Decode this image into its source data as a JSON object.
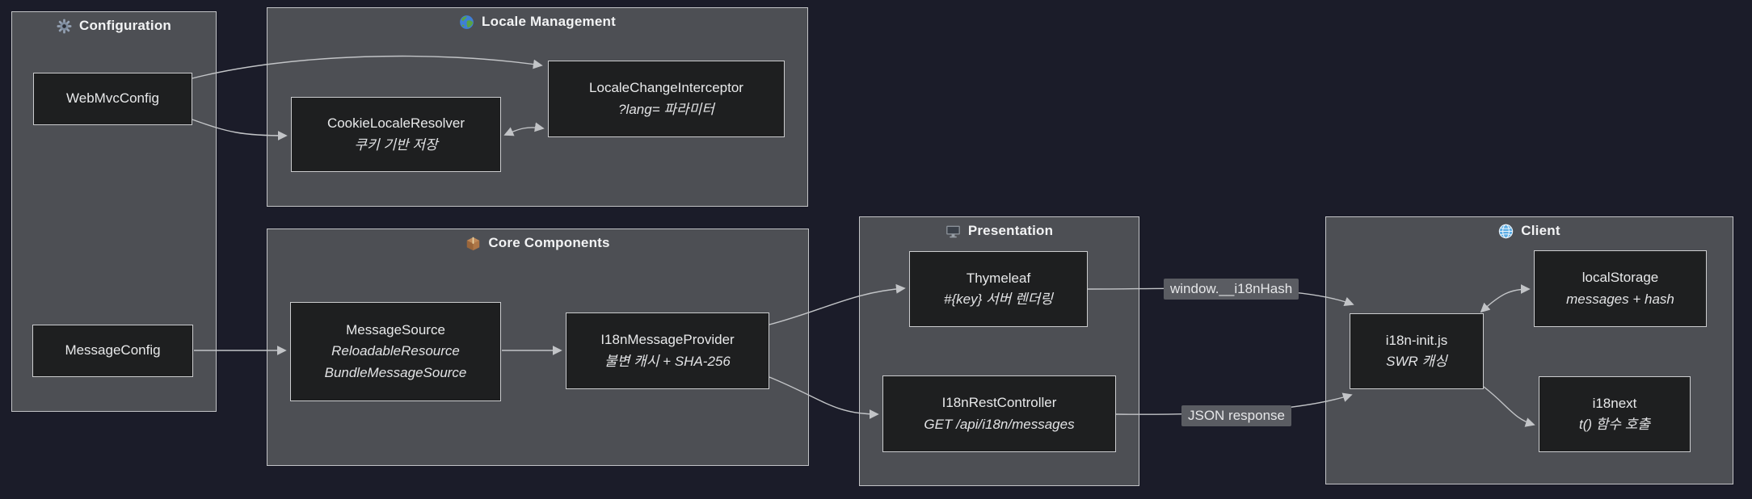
{
  "diagram": {
    "type": "flowchart",
    "direction": "LR"
  },
  "colors": {
    "background": "#1b1c29",
    "group_fill": "#4d4f54",
    "group_border": "#c2c3c6",
    "node_fill": "#1e1f20",
    "node_border": "#cbccce",
    "text": "#e8e9ea",
    "edge_line": "#c2c4c7",
    "edge_label_fill": "#5a5c62"
  },
  "groups": [
    {
      "title": "Configuration",
      "icon": "gear-icon"
    },
    {
      "title": "Locale Management",
      "icon": "globe-icon"
    },
    {
      "title": "Core Components",
      "icon": "package-icon"
    },
    {
      "title": "Presentation",
      "icon": "monitor-icon"
    },
    {
      "title": "Client",
      "icon": "globe-meridians-icon"
    }
  ],
  "nodes": [
    {
      "group": "Configuration",
      "label": "WebMvcConfig"
    },
    {
      "group": "Configuration",
      "label": "MessageConfig"
    },
    {
      "group": "Locale Management",
      "label": "CookieLocaleResolver",
      "note": "쿠키 기반 저장"
    },
    {
      "group": "Locale Management",
      "label": "LocaleChangeInterceptor",
      "note": "?lang= 파라미터"
    },
    {
      "group": "Core Components",
      "label": "MessageSource",
      "note": "ReloadableResource",
      "note2": "BundleMessageSource"
    },
    {
      "group": "Core Components",
      "label": "I18nMessageProvider",
      "note": "불변 캐시 + SHA-256"
    },
    {
      "group": "Presentation",
      "label": "Thymeleaf",
      "note": "#{key} 서버 렌더링"
    },
    {
      "group": "Presentation",
      "label": "I18nRestController",
      "note": "GET /api/i18n/messages"
    },
    {
      "group": "Client",
      "label": "i18n-init.js",
      "note": "SWR 캐싱"
    },
    {
      "group": "Client",
      "label": "localStorage",
      "note": "messages + hash"
    },
    {
      "group": "Client",
      "label": "i18next",
      "note": "t() 함수 호출"
    }
  ],
  "edges": [
    {
      "from": "WebMvcConfig",
      "to": "LocaleChangeInterceptor"
    },
    {
      "from": "WebMvcConfig",
      "to": "CookieLocaleResolver"
    },
    {
      "from": "CookieLocaleResolver",
      "to": "LocaleChangeInterceptor",
      "bidirectional": true
    },
    {
      "from": "MessageConfig",
      "to": "MessageSource"
    },
    {
      "from": "MessageSource",
      "to": "I18nMessageProvider"
    },
    {
      "from": "I18nMessageProvider",
      "to": "Thymeleaf"
    },
    {
      "from": "I18nMessageProvider",
      "to": "I18nRestController"
    },
    {
      "from": "Thymeleaf",
      "to": "i18n-init.js",
      "label": "window.__i18nHash"
    },
    {
      "from": "I18nRestController",
      "to": "i18n-init.js",
      "label": "JSON response"
    },
    {
      "from": "i18n-init.js",
      "to": "localStorage",
      "bidirectional": true
    },
    {
      "from": "i18n-init.js",
      "to": "i18next"
    }
  ]
}
